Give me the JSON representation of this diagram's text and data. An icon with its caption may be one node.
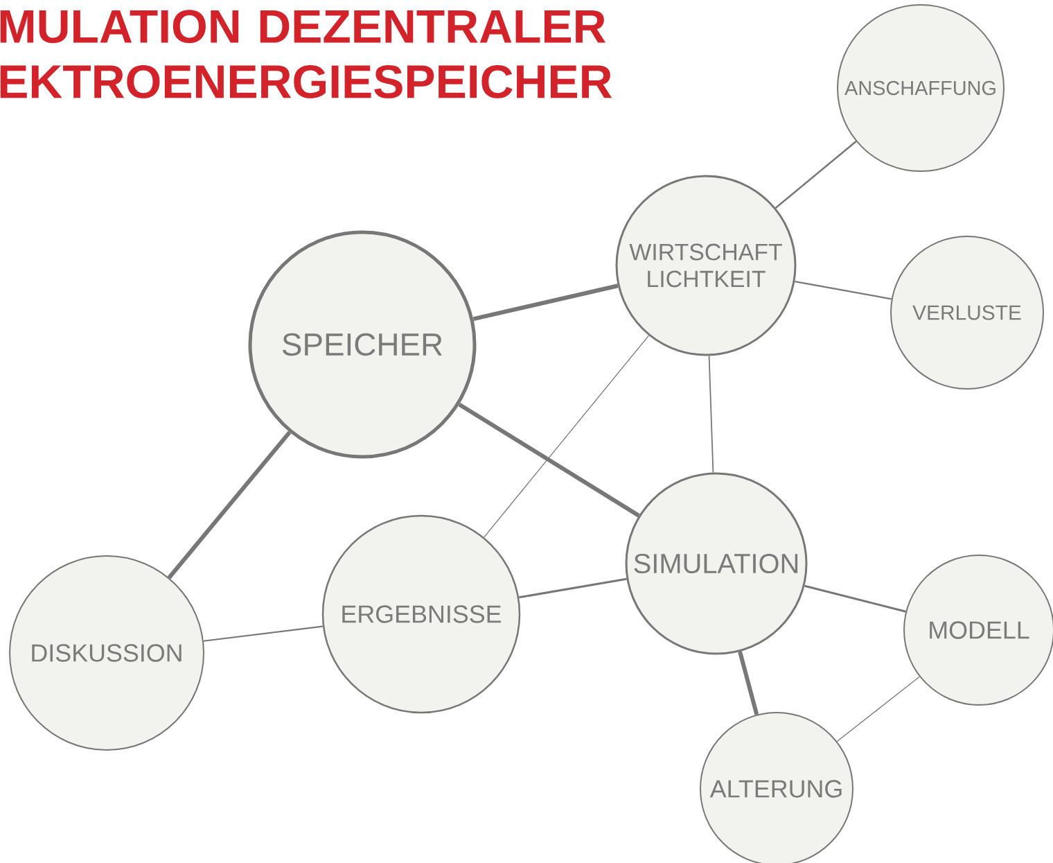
{
  "diagram": {
    "title": "MULATION DEZENTRALER EKTROENERGIESPEICHER",
    "nodes": [
      {
        "text": [
          "SPEICHER"
        ]
      },
      {
        "text": [
          "WIRTSCHAFT LICHTKEIT"
        ]
      },
      {
        "text": [
          "ANSCHAFFUNG"
        ]
      },
      {
        "text": [
          "VERLUSTE"
        ]
      },
      {
        "text": [
          "SIMULATION"
        ]
      },
      {
        "text": [
          "ERGEBNISSE"
        ]
      },
      {
        "text": [
          "DISKUSSION"
        ]
      },
      {
        "text": [
          "MODELL"
        ]
      },
      {
        "text": [
          "ALTERUNG"
        ]
      }
    ],
    "edges": [
      {
        "from": 0,
        "to": 1,
        "arrow": "none",
        "style": "thick"
      },
      {
        "from": 1,
        "to": 2,
        "arrow": "none"
      },
      {
        "from": 1,
        "to": 3,
        "arrow": "none"
      },
      {
        "from": 0,
        "to": 4,
        "arrow": "none",
        "style": "thick"
      },
      {
        "from": 1,
        "to": 4,
        "arrow": "none"
      },
      {
        "from": 1,
        "to": 5,
        "arrow": "none"
      },
      {
        "from": 0,
        "to": 6,
        "arrow": "none",
        "style": "thick"
      },
      {
        "from": 6,
        "to": 5,
        "arrow": "none"
      },
      {
        "from": 5,
        "to": 4,
        "arrow": "none"
      },
      {
        "from": 4,
        "to": 7,
        "arrow": "none"
      },
      {
        "from": 4,
        "to": 8,
        "arrow": "none",
        "style": "thick"
      },
      {
        "from": 7,
        "to": 8,
        "arrow": "none"
      }
    ]
  }
}
